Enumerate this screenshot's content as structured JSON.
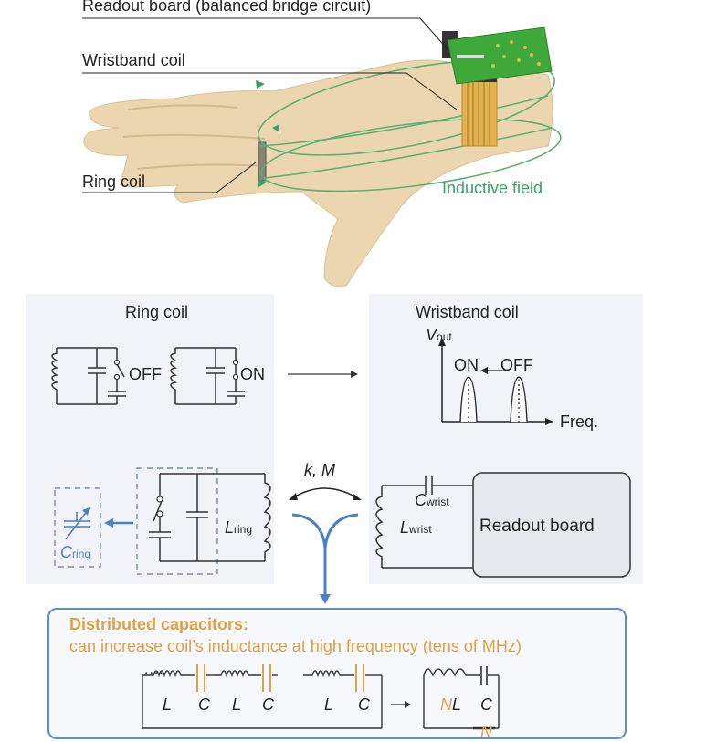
{
  "illustration": {
    "labels": {
      "readout_board": "Readout board (balanced bridge circuit)",
      "wristband_coil": "Wristband coil",
      "ring_coil": "Ring coil",
      "inductive_field": "Inductive field"
    }
  },
  "ring_panel": {
    "title": "Ring coil",
    "state_off": "OFF",
    "state_on": "ON",
    "inductor_label_main": "L",
    "inductor_label_sub": "ring",
    "cap_label_main": "C",
    "cap_label_sub": "ring"
  },
  "wrist_panel": {
    "title": "Wristband coil",
    "y_axis_main": "V",
    "y_axis_sub": "out",
    "x_axis": "Freq.",
    "peak_on": "ON",
    "peak_off": "OFF",
    "cap_label_main": "C",
    "cap_label_sub": "wrist",
    "inductor_label_main": "L",
    "inductor_label_sub": "wrist",
    "readout_box": "Readout board"
  },
  "coupling": {
    "label": "k, M"
  },
  "distributed": {
    "title": "Distributed capacitors:",
    "description": "can increase coil’s inductance at high frequency (tens of MHz)",
    "chain_labels": [
      "L",
      "C",
      "L",
      "C",
      "L",
      "C"
    ],
    "ellipsis": "....",
    "equiv_inductor": "NL",
    "equiv_inductor_prefix": "N",
    "equiv_inductor_suffix": "L",
    "equiv_cap_num": "C",
    "equiv_cap_den": "N"
  },
  "colors": {
    "panel_bg": "#f1f3f8",
    "accent_blue": "#4a80c8",
    "accent_orange": "#e0a048",
    "field_green": "#3aa06a",
    "skin": "#ecd6b0",
    "pcb_green": "#3fa83a",
    "coil_gold": "#e0b050"
  }
}
